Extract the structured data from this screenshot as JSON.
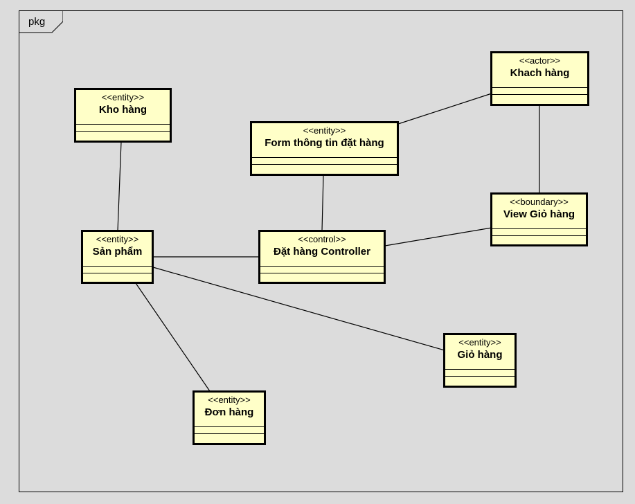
{
  "package": {
    "label": "pkg"
  },
  "classes": {
    "kho_hang": {
      "stereotype": "<<entity>>",
      "name": "Kho hàng"
    },
    "form_thong_tin": {
      "stereotype": "<<entity>>",
      "name": "Form thông tin đặt hàng"
    },
    "khach_hang": {
      "stereotype": "<<actor>>",
      "name": "Khach hàng"
    },
    "san_pham": {
      "stereotype": "<<entity>>",
      "name": "Sản phẩm"
    },
    "dat_hang_ctrl": {
      "stereotype": "<<control>>",
      "name": "Đặt hàng Controller"
    },
    "view_gio_hang": {
      "stereotype": "<<boundary>>",
      "name": "View Giỏ hàng"
    },
    "gio_hang": {
      "stereotype": "<<entity>>",
      "name": "Giỏ hàng"
    },
    "don_hang": {
      "stereotype": "<<entity>>",
      "name": "Đơn hàng"
    }
  },
  "associations": [
    {
      "from": "Kho hàng",
      "to": "Sản phẩm"
    },
    {
      "from": "Sản phẩm",
      "to": "Đặt hàng Controller"
    },
    {
      "from": "Sản phẩm",
      "to": "Giỏ hàng"
    },
    {
      "from": "Sản phẩm",
      "to": "Đơn hàng"
    },
    {
      "from": "Form thông tin đặt hàng",
      "to": "Đặt hàng Controller"
    },
    {
      "from": "Form thông tin đặt hàng",
      "to": "Khach hàng"
    },
    {
      "from": "Khach hàng",
      "to": "View Giỏ hàng"
    },
    {
      "from": "View Giỏ hàng",
      "to": "Đặt hàng Controller"
    }
  ],
  "colors": {
    "background": "#dcdcdc",
    "class_fill": "#ffffc8",
    "stroke": "#000000"
  }
}
